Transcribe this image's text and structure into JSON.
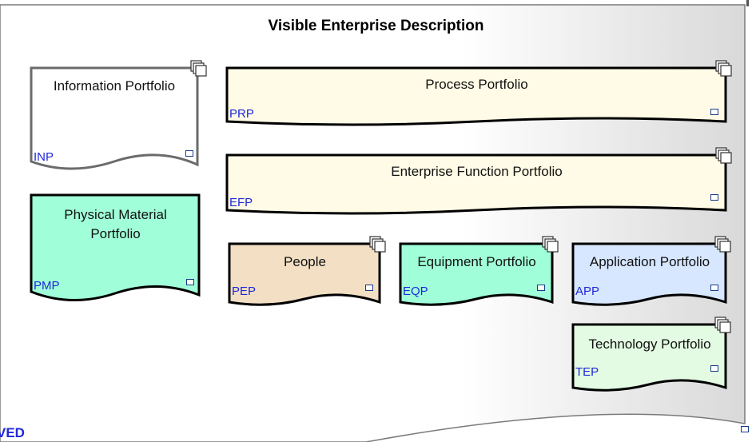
{
  "diagram": {
    "title": "Visible Enterprise Description",
    "cut_label": "VED",
    "nodes": [
      {
        "id": "inp",
        "label": "Information Portfolio",
        "code": "INP",
        "fill": "#ffffff",
        "stroke": "#6b6b6b"
      },
      {
        "id": "prp",
        "label": "Process Portfolio",
        "code": "PRP",
        "fill": "#fffbe6",
        "stroke": "#000000"
      },
      {
        "id": "efp",
        "label": "Enterprise Function Portfolio",
        "code": "EFP",
        "fill": "#fffbe6",
        "stroke": "#000000"
      },
      {
        "id": "pmp",
        "label": "Physical Material\nPortfolio",
        "code": "PMP",
        "fill": "#a0ffd8",
        "stroke": "#000000"
      },
      {
        "id": "pep",
        "label": "People",
        "code": "PEP",
        "fill": "#f2dfc4",
        "stroke": "#000000"
      },
      {
        "id": "eqp",
        "label": "Equipment Portfolio",
        "code": "EQP",
        "fill": "#a0ffd8",
        "stroke": "#000000"
      },
      {
        "id": "app",
        "label": "Application Portfolio",
        "code": "APP",
        "fill": "#d7e7ff",
        "stroke": "#000000"
      },
      {
        "id": "tep",
        "label": "Technology Portfolio",
        "code": "TEP",
        "fill": "#e2fbe2",
        "stroke": "#000000"
      }
    ]
  }
}
